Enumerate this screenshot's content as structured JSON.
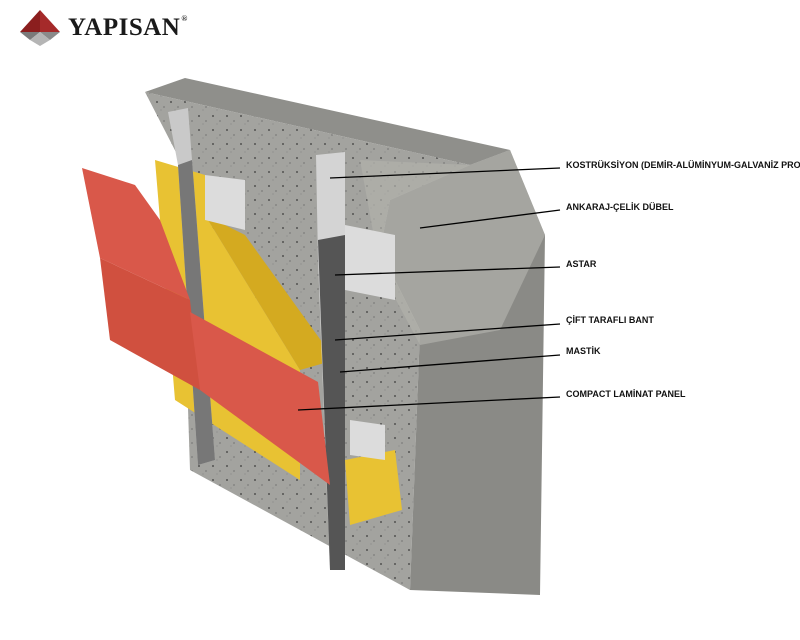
{
  "logo": {
    "name": "YAPISAN",
    "registered": "®"
  },
  "labels": [
    "KOSTRÜKSİYON (DEMİR-ALÜMİNYUM-GALVANİZ PROFİL)",
    "ANKARAJ-ÇELİK DÜBEL",
    "ASTAR",
    "ÇİFT TARAFLI BANT",
    "MASTİK",
    "COMPACT LAMİNAT PANEL"
  ],
  "colors": {
    "panel": "#d9584a",
    "insulation": "#e8c233",
    "concrete": "#9a9a96",
    "logo_red": "#8b1e1e"
  }
}
